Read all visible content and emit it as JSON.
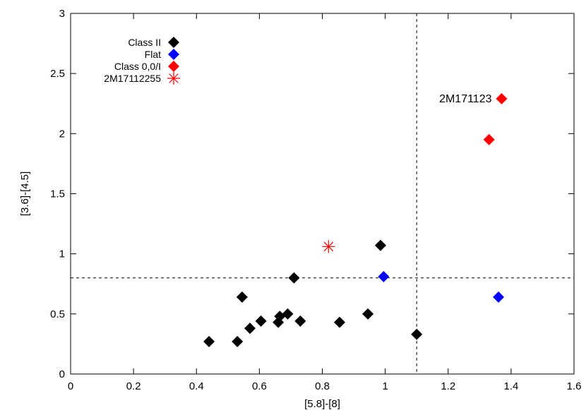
{
  "chart_data": {
    "type": "scatter",
    "title": "",
    "xlabel": "[5.8]-[8]",
    "ylabel": "[3.6]-[4.5]",
    "xlim": [
      0,
      1.6
    ],
    "ylim": [
      0,
      3
    ],
    "xticks": [
      "0",
      "0.2",
      "0.4",
      "0.6",
      "0.8",
      "1",
      "1.2",
      "1.4",
      "1.6"
    ],
    "yticks": [
      "0",
      "0.5",
      "1",
      "1.5",
      "2",
      "2.5",
      "3"
    ],
    "grid": false,
    "legend_position": "top-left",
    "reference_lines": {
      "vertical_x": 1.1,
      "horizontal_y": 0.8
    },
    "series": [
      {
        "name": "Class II",
        "color": "#000000",
        "marker": "diamond",
        "points": [
          [
            0.44,
            0.27
          ],
          [
            0.53,
            0.27
          ],
          [
            0.545,
            0.64
          ],
          [
            0.57,
            0.38
          ],
          [
            0.605,
            0.44
          ],
          [
            0.66,
            0.43
          ],
          [
            0.665,
            0.48
          ],
          [
            0.69,
            0.5
          ],
          [
            0.71,
            0.8
          ],
          [
            0.73,
            0.44
          ],
          [
            0.855,
            0.43
          ],
          [
            0.945,
            0.5
          ],
          [
            0.985,
            1.07
          ],
          [
            1.1,
            0.33
          ]
        ]
      },
      {
        "name": "Flat",
        "color": "#0000ff",
        "marker": "diamond",
        "points": [
          [
            0.995,
            0.81
          ],
          [
            1.36,
            0.64
          ]
        ]
      },
      {
        "name": "Class 0,0/I",
        "color": "#ff0000",
        "marker": "diamond",
        "points": [
          [
            1.33,
            1.95
          ],
          [
            1.37,
            2.29
          ]
        ]
      },
      {
        "name": "2M17112255",
        "color": "#ff0000",
        "marker": "asterisk",
        "points": [
          [
            0.82,
            1.06
          ]
        ]
      }
    ],
    "annotations": [
      {
        "text": "2M171123",
        "x": 1.37,
        "y": 2.29
      }
    ]
  }
}
